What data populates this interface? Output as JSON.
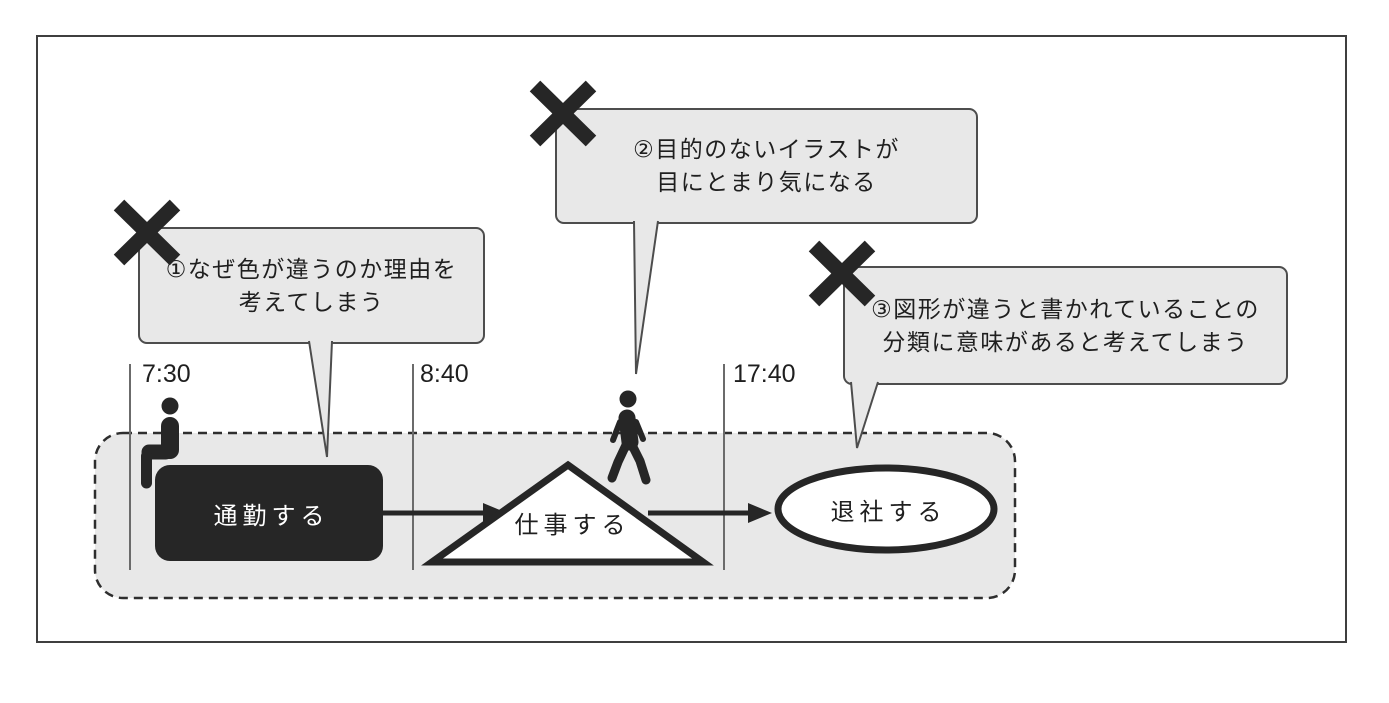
{
  "figure": {
    "description": "Timeline diagram of a workday with three flow shapes and three X-marked callouts pointing out confusing diagram choices",
    "callouts": [
      {
        "marker": "x-mark",
        "lines": [
          "①なぜ色が違うのか理由を",
          "考えてしまう"
        ]
      },
      {
        "marker": "x-mark",
        "lines": [
          "②目的のないイラストが",
          "目にとまり気になる"
        ]
      },
      {
        "marker": "x-mark",
        "lines": [
          "③図形が違うと書かれていることの",
          "分類に意味があると考えてしまう"
        ]
      }
    ],
    "timeline": {
      "labels": [
        "7:30",
        "8:40",
        "17:40"
      ]
    },
    "flow": {
      "steps": [
        {
          "label": "通勤する",
          "shape": "rounded-rectangle",
          "fill": "#262626",
          "text_color": "#ffffff"
        },
        {
          "label": "仕事する",
          "shape": "triangle",
          "fill": "#ffffff",
          "text_color": "#1f1f1f"
        },
        {
          "label": "退社する",
          "shape": "ellipse",
          "fill": "#ffffff",
          "text_color": "#1f1f1f"
        }
      ]
    },
    "icons": [
      "x-mark-icon",
      "sitting-person-icon",
      "walking-person-icon"
    ],
    "colors": {
      "highlight_region_fill": "#e8e8e8",
      "callout_fill": "#e8e8e8",
      "shape_black": "#262626",
      "border_gray": "#4d4d4d",
      "timeline_line": "#6b6b6b"
    }
  }
}
